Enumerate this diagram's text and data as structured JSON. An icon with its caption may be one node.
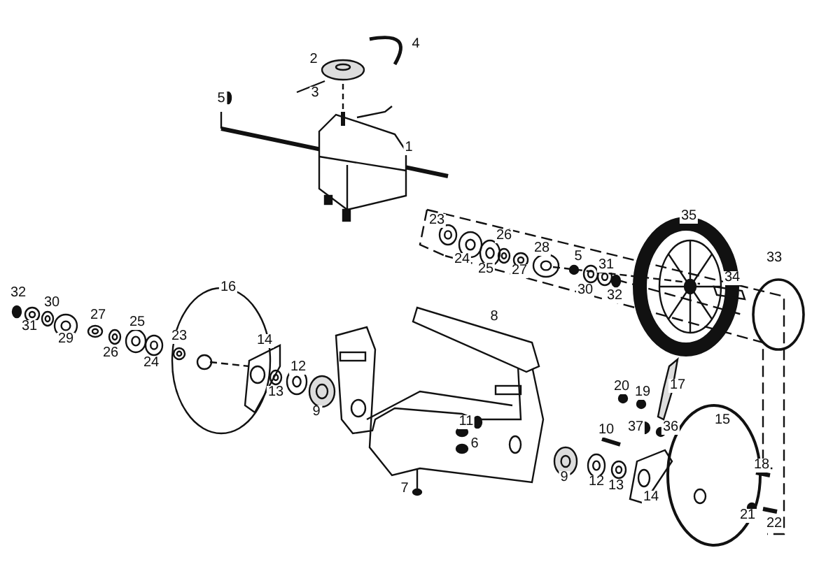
{
  "diagram": {
    "labels": [
      "4",
      "2",
      "3",
      "5",
      "1",
      "35",
      "23",
      "26",
      "28",
      "5",
      "33",
      "24",
      "31",
      "25",
      "27",
      "34",
      "16",
      "30",
      "32",
      "32",
      "30",
      "27",
      "8",
      "25",
      "31",
      "23",
      "29",
      "14",
      "26",
      "24",
      "12",
      "17",
      "20",
      "13",
      "19",
      "9",
      "15",
      "11",
      "37",
      "36",
      "10",
      "6",
      "18",
      "9",
      "12",
      "13",
      "7",
      "14",
      "21",
      "22"
    ]
  }
}
